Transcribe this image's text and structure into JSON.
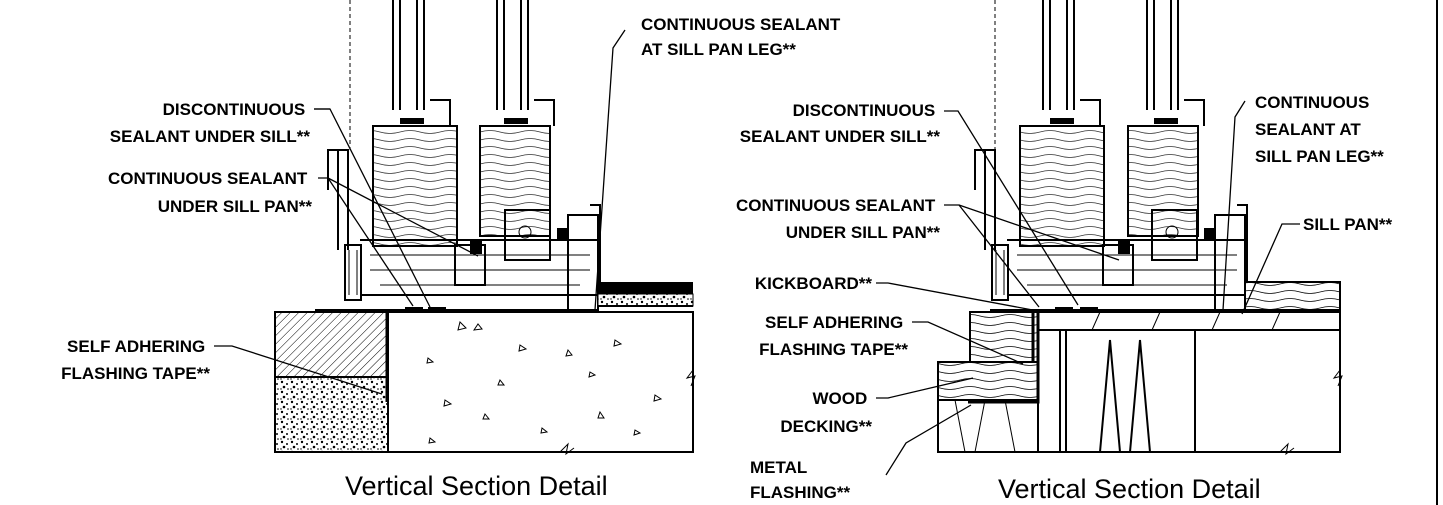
{
  "left_detail": {
    "title": "Vertical Section Detail",
    "labels": {
      "continuous_sealant_sill_pan_leg": [
        "CONTINUOUS SEALANT",
        "AT SILL PAN LEG**"
      ],
      "discontinuous_sealant": [
        "DISCONTINUOUS",
        "SEALANT UNDER SILL**"
      ],
      "continuous_sealant_under_sill_pan": [
        "CONTINUOUS SEALANT",
        "UNDER SILL PAN**"
      ],
      "self_adhering_tape": [
        "SELF ADHERING",
        "FLASHING TAPE**"
      ]
    }
  },
  "right_detail": {
    "title": "Vertical Section Detail",
    "labels": {
      "discontinuous_sealant": [
        "DISCONTINUOUS",
        "SEALANT UNDER SILL**"
      ],
      "continuous_sealant_sill_pan_leg": [
        "CONTINUOUS",
        "SEALANT AT",
        "SILL PAN LEG**"
      ],
      "continuous_sealant_under_sill_pan": [
        "CONTINUOUS SEALANT",
        "UNDER SILL PAN**"
      ],
      "sill_pan": [
        "SILL PAN**"
      ],
      "kickboard": [
        "KICKBOARD**"
      ],
      "self_adhering_tape": [
        "SELF ADHERING",
        "FLASHING TAPE**"
      ],
      "wood_decking": [
        "WOOD",
        "DECKING**"
      ],
      "metal_flashing": [
        "METAL",
        "FLASHING**"
      ]
    }
  }
}
